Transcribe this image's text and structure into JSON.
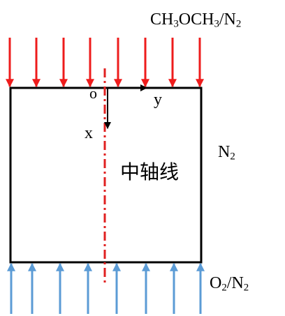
{
  "labels": {
    "top_inlet": {
      "parts": [
        [
          "CH",
          ""
        ],
        [
          "3",
          "sub"
        ],
        [
          "OCH",
          ""
        ],
        [
          "3",
          "sub"
        ],
        [
          "/N",
          ""
        ],
        [
          "2",
          "sub"
        ]
      ]
    },
    "bottom_inlet": {
      "parts": [
        [
          "O",
          ""
        ],
        [
          "2",
          "sub"
        ],
        [
          "/N",
          ""
        ],
        [
          "2",
          "sub"
        ]
      ]
    },
    "side": {
      "parts": [
        [
          "N",
          ""
        ],
        [
          "2",
          "sub"
        ]
      ]
    },
    "origin": "o",
    "y_axis": "y",
    "x_axis": "x",
    "center_axis": "中轴线"
  },
  "colors": {
    "top_arrows": "#ee1c1c",
    "bottom_arrows": "#5b9bd5",
    "center_line": "#e02020",
    "box": "#000000"
  },
  "arrows": {
    "top_count": 8,
    "bottom_count": 8
  }
}
